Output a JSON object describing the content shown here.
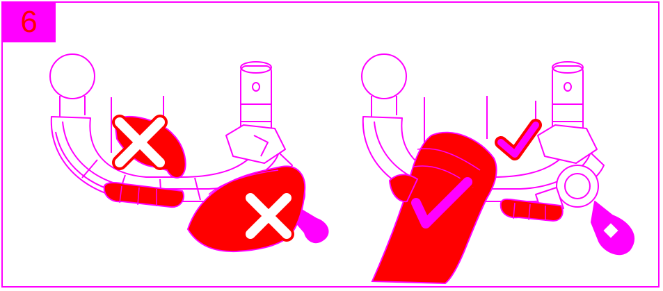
{
  "step": {
    "number": "6"
  },
  "colors": {
    "outline": "#ff00ff",
    "hand": "#ff0000",
    "wrong_mark": "#ffffff",
    "right_mark": "#ff00ff",
    "badge_text": "#ff0000"
  },
  "panels": [
    {
      "id": "incorrect-grip",
      "marks": [
        "cross",
        "cross"
      ]
    },
    {
      "id": "correct-grip",
      "marks": [
        "check",
        "check"
      ]
    }
  ]
}
